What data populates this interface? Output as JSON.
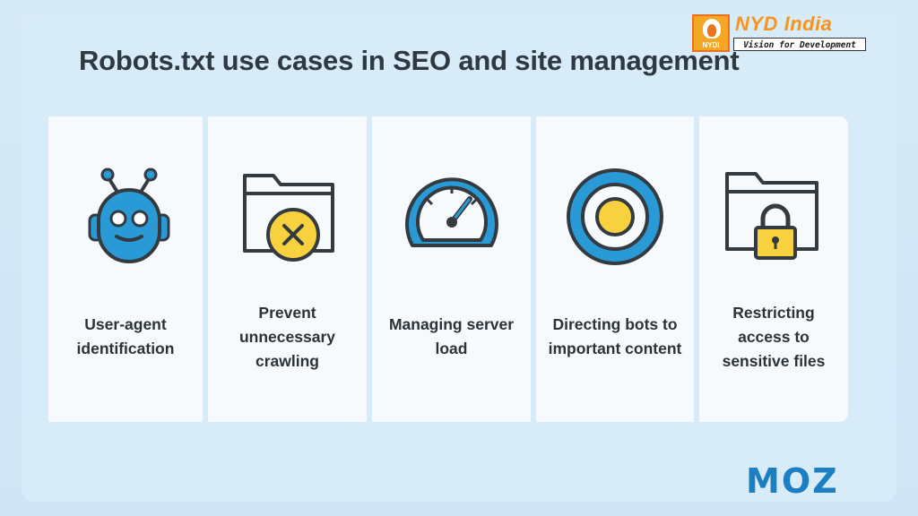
{
  "title": "Robots.txt use cases in SEO and site management",
  "logo": {
    "name": "NYD",
    "name2": "India",
    "mark_text": "NYDI",
    "tagline": "Vision for Development"
  },
  "cards": [
    {
      "label": "User-agent\nidentification",
      "icon": "robot-icon"
    },
    {
      "label": "Prevent\nunnecessary\ncrawling",
      "icon": "folder-x-icon"
    },
    {
      "label": "Managing server\nload",
      "icon": "speedometer-icon"
    },
    {
      "label": "Directing bots to\nimportant content",
      "icon": "target-icon"
    },
    {
      "label": "Restricting\naccess to\nsensitive files",
      "icon": "folder-lock-icon"
    }
  ],
  "brand": "MOZ",
  "colors": {
    "accent_blue": "#2a9ad6",
    "accent_yellow": "#f7d23e",
    "outline": "#333b40",
    "background": "#d8ebf8",
    "card": "#f7fafd",
    "moz_blue": "#1b7fc1"
  }
}
